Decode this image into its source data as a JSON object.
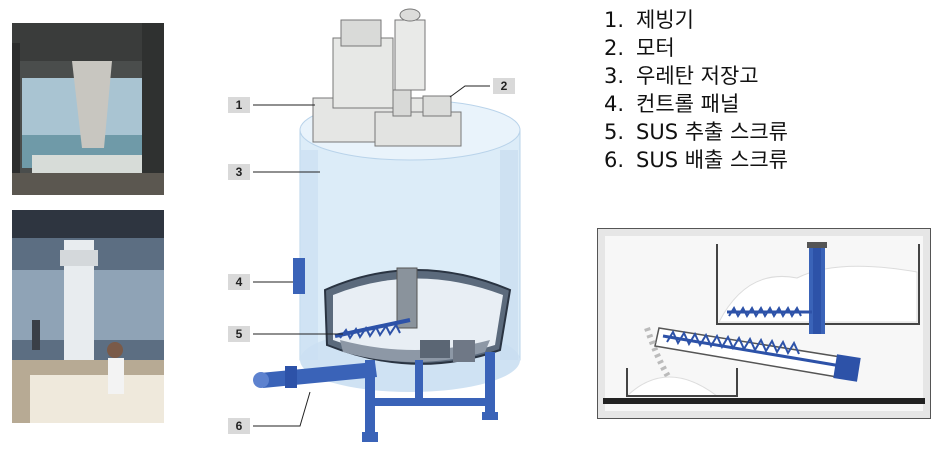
{
  "callouts": [
    "1",
    "2",
    "3",
    "4",
    "5",
    "6"
  ],
  "legend": [
    {
      "num": "1.",
      "label": "제빙기"
    },
    {
      "num": "2.",
      "label": "모터"
    },
    {
      "num": "3.",
      "label": "우레탄 저장고"
    },
    {
      "num": "4.",
      "label": "컨트롤 패널"
    },
    {
      "num": "5.",
      "label": "SUS 추출 스크류"
    },
    {
      "num": "6.",
      "label": "SUS 배출 스크류"
    }
  ],
  "colors": {
    "tank": "#dcecf8",
    "frame": "#3a63b8",
    "screw": "#2d52a8",
    "callout_bg": "#d9d9d9"
  }
}
